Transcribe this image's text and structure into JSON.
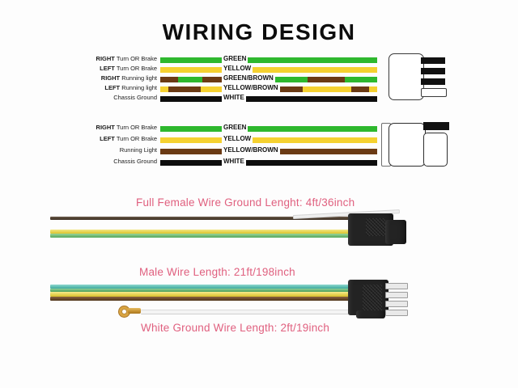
{
  "page": {
    "title": "WIRING DESIGN",
    "background_color": "#fdfdfd",
    "accent_pink": "#e0607f"
  },
  "palette": {
    "green": "#2eb82e",
    "yellow": "#f5d130",
    "brown": "#6b3a14",
    "black": "#0d0d0d",
    "white": "#ffffff"
  },
  "schematic_blocks": [
    {
      "name": "five-wire-diagram",
      "rows": [
        {
          "side": "RIGHT",
          "function": "Turn OR Brake",
          "color_name": "GREEN",
          "wire": "green",
          "dashed_with": ""
        },
        {
          "side": "LEFT",
          "function": "Turn OR Brake",
          "color_name": "YELLOW",
          "wire": "yellow",
          "dashed_with": ""
        },
        {
          "side": "RIGHT",
          "function": "Running light",
          "color_name": "GREEN/BROWN",
          "wire": "green",
          "dashed_with": "brown"
        },
        {
          "side": "LEFT",
          "function": "Running light",
          "color_name": "YELLOW/BROWN",
          "wire": "yellow",
          "dashed_with": "brown"
        },
        {
          "side": "",
          "function": "Chassis Ground",
          "color_name": "WHITE",
          "wire": "black",
          "dashed_with": ""
        }
      ],
      "connector": {
        "type": "male-4-prong",
        "prongs": 4
      }
    },
    {
      "name": "four-wire-diagram",
      "rows": [
        {
          "side": "RIGHT",
          "function": "Turn OR Brake",
          "color_name": "GREEN",
          "wire": "green",
          "dashed_with": ""
        },
        {
          "side": "LEFT",
          "function": "Turn OR Brake",
          "color_name": "YELLOW",
          "wire": "yellow",
          "dashed_with": ""
        },
        {
          "side": "",
          "function": "Running Light",
          "color_name": "YELLOW/BROWN",
          "wire": "brown",
          "dashed_with": ""
        },
        {
          "side": "",
          "function": "Chassis Ground",
          "color_name": "WHITE",
          "wire": "black",
          "dashed_with": ""
        }
      ],
      "connector": {
        "type": "female-socket",
        "prongs": 0
      }
    }
  ],
  "photo_section": {
    "labels": {
      "female": "Full Female Wire Ground Lenght: 4ft/36inch",
      "male": "Male Wire Length: 21ft/198inch",
      "ground": "White Ground Wire Length: 2ft/19inch"
    },
    "female_harness": {
      "name": "female-wire-harness",
      "wire_colors": [
        "#4a3a2e",
        "#e8d84a",
        "#79c27a",
        "#f2f2f2"
      ],
      "connector": "black-female-plug"
    },
    "male_harness": {
      "name": "male-wire-harness",
      "wire_colors": [
        "#5fc2b6",
        "#e8d84a",
        "#6b4a2a",
        "#f2f2f2"
      ],
      "connector": "black-male-plug-4-blade",
      "terminal": "gold-ring-terminal"
    }
  }
}
